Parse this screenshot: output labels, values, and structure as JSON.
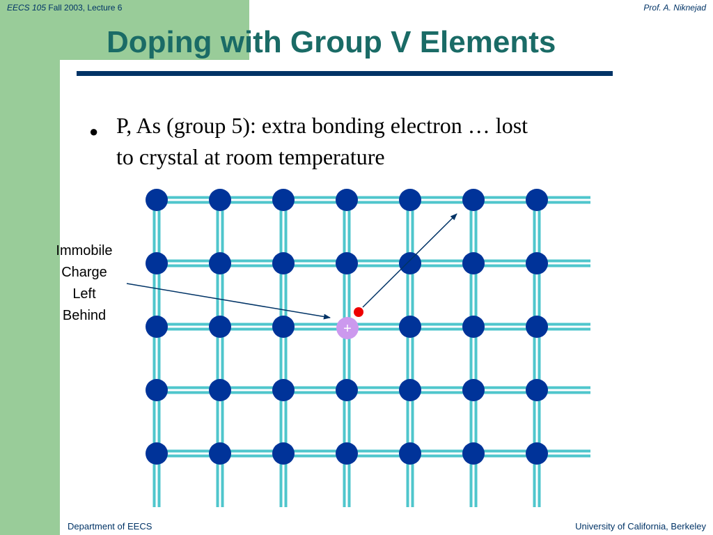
{
  "header": {
    "course": "EECS 105",
    "lecture": "Fall 2003, Lecture 6",
    "author": "Prof. A. Niknejad"
  },
  "title": "Doping with Group V Elements",
  "bullet": {
    "line1": "P, As (group 5):  extra bonding electron … lost",
    "line2": "to crystal at room temperature"
  },
  "annotation": {
    "lines": [
      "Immobile",
      "Charge",
      "Left",
      "Behind"
    ]
  },
  "diagram": {
    "lattice_rows": 5,
    "lattice_cols": 7,
    "dopant_row": 3,
    "dopant_col": 4,
    "dopant_symbol": "+",
    "colors": {
      "bond": "#4fc6cc",
      "atom": "#003399",
      "dopant": "#cc99ee",
      "electron": "#ee0000",
      "arrow": "#003366"
    }
  },
  "footer": {
    "left": "Department of EECS",
    "right": "University of California, Berkeley"
  }
}
